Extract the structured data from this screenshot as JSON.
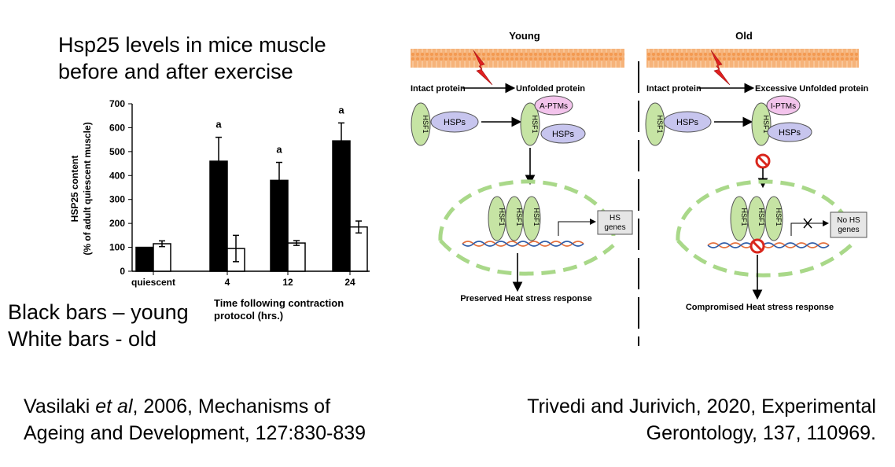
{
  "slide": {
    "title_line1": "Hsp25 levels in mice muscle",
    "title_line2": "before and after exercise",
    "legend_line1": "Black bars – young",
    "legend_line2": "White bars - old"
  },
  "citations": {
    "left_line1_pre": "Vasilaki ",
    "left_line1_em": "et al",
    "left_line1_post": ", 2006, Mechanisms of",
    "left_line2": "Ageing and Development, 127:830-839",
    "right_line1": "Trivedi and Jurivich, 2020, Experimental",
    "right_line2": "Gerontology, 137, 110969."
  },
  "chart_data": {
    "type": "bar",
    "ylabel_line1": "HSP25 content",
    "ylabel_line2": "(% of adult quiescent muscle)",
    "xlabel_line1": "Time following contraction",
    "xlabel_line2": "protocol (hrs.)",
    "ylim": [
      0,
      700
    ],
    "yticks": [
      0,
      100,
      200,
      300,
      400,
      500,
      600,
      700
    ],
    "categories": [
      "quiescent",
      "4",
      "12",
      "24"
    ],
    "significance": [
      "",
      "a",
      "a",
      "a"
    ],
    "series": [
      {
        "values": [
          100,
          460,
          380,
          545
        ],
        "errors": [
          0,
          100,
          75,
          75
        ],
        "color": "#000000"
      },
      {
        "values": [
          115,
          95,
          118,
          185
        ],
        "errors": [
          12,
          55,
          10,
          25
        ],
        "color": "#ffffff"
      }
    ]
  },
  "diagram": {
    "young": {
      "heading": "Young",
      "left_label": "Intact protein",
      "right_label": "Unfolded protein",
      "hsf": "HSF1",
      "hsps": "HSPs",
      "ptm": "A-PTMs",
      "genes_line1": "HS",
      "genes_line2": "genes",
      "response": "Preserved Heat stress response"
    },
    "old": {
      "heading": "Old",
      "left_label": "Intact protein",
      "right_label": "Excessive Unfolded protein",
      "hsf": "HSF1",
      "hsps": "HSPs",
      "ptm": "I-PTMs",
      "genes_line1": "No HS",
      "genes_line2": "genes",
      "response": "Compromised Heat stress response"
    },
    "colors": {
      "membrane": "#f6b37a",
      "hsf_fill": "#c6e4a4",
      "hsp_fill": "#c7c5ee",
      "ptm_fill": "#f3c4ec",
      "nucleus": "#a9d889",
      "block": "#d9261c",
      "lightning": "#e02020"
    }
  }
}
